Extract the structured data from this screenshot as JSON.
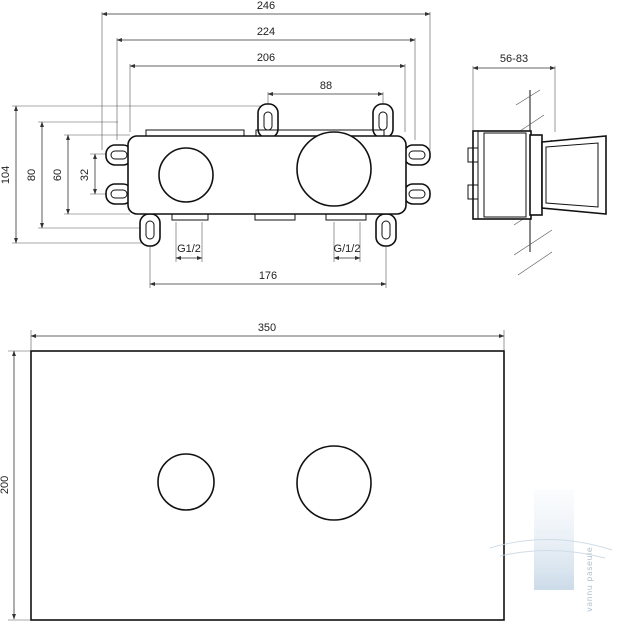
{
  "top_view": {
    "dim_246": "246",
    "dim_224": "224",
    "dim_206": "206",
    "dim_88": "88",
    "dim_104": "104",
    "dim_80": "80",
    "dim_60": "60",
    "dim_32": "32",
    "thread_left": "G1/2",
    "thread_right": "G/1/2",
    "dim_176": "176"
  },
  "side_view": {
    "depth_range": "56-83"
  },
  "cover_plate": {
    "width": "350",
    "height": "200"
  },
  "watermark": {
    "text": "vannu paseule"
  }
}
